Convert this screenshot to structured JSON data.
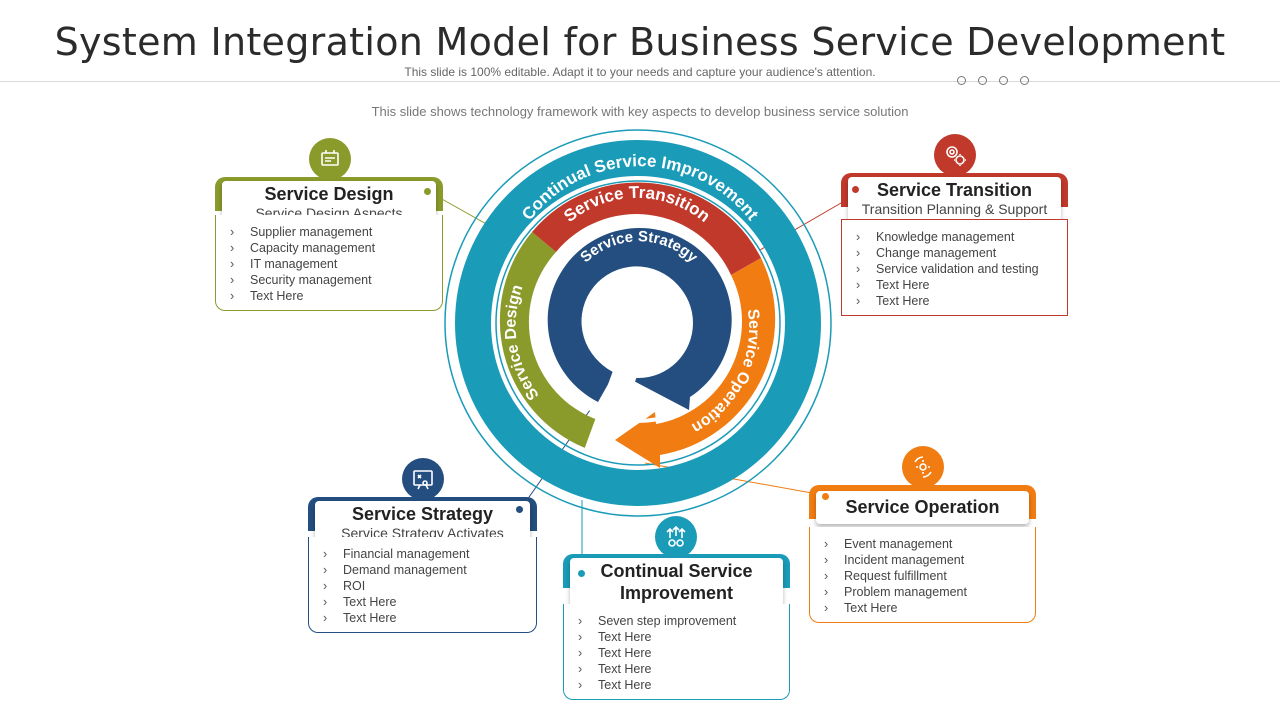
{
  "header": {
    "title": "System Integration Model for Business Service Development",
    "editable_note": "This slide is 100% editable. Adapt it to your needs and capture your audience's attention.",
    "subtitle": "This slide shows technology framework  with key aspects to develop  business service  solution"
  },
  "rings": {
    "outer": "Continual Service Improvement",
    "transition": "Service Transition",
    "design": "Service Design",
    "operation": "Service Operation",
    "strategy": "Service Strategy"
  },
  "colors": {
    "improvement": "#1a9bb8",
    "transition": "#c0392b",
    "design": "#8a9a2b",
    "operation": "#f07c12",
    "strategy": "#234e7f"
  },
  "cards": {
    "design": {
      "title": "Service Design",
      "subtitle": "Service Design Aspects",
      "icon": "design-tools-icon",
      "items": [
        "Supplier management",
        "Capacity management",
        "IT management",
        "Security management",
        "Text Here"
      ]
    },
    "transition": {
      "title": "Service Transition",
      "subtitle": "Transition Planning & Support",
      "icon": "target-gears-icon",
      "items": [
        "Knowledge  management",
        "Change  management",
        "Service validation  and testing",
        "Text Here",
        "Text Here"
      ]
    },
    "strategy": {
      "title": "Service Strategy",
      "subtitle": "Service Strategy Activates",
      "icon": "strategy-board-icon",
      "items": [
        "Financial management",
        "Demand  management",
        "ROI",
        "Text Here",
        "Text Here"
      ]
    },
    "improvement": {
      "title_line1": "Continual Service",
      "title_line2": "Improvement",
      "icon": "growth-gears-icon",
      "items": [
        "Seven  step improvement",
        "Text Here",
        "Text Here",
        "Text Here",
        "Text Here"
      ]
    },
    "operation": {
      "title": "Service Operation",
      "icon": "gear-cycle-icon",
      "items": [
        "Event  management",
        "Incident  management",
        "Request  fulfillment",
        "Problem management",
        "Text Here"
      ]
    }
  }
}
